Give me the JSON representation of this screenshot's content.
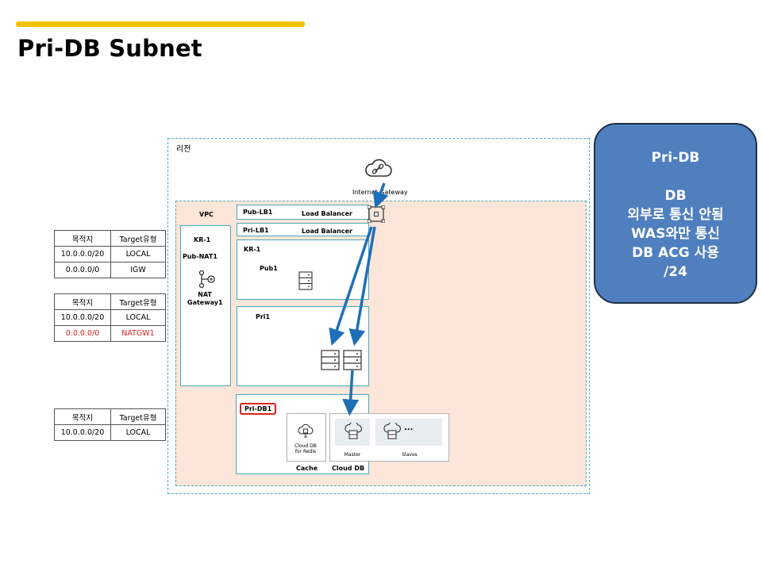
{
  "page": {
    "title": "Pri-DB Subnet"
  },
  "diagram": {
    "region_label": "리전",
    "igw_label": "Internet Gateway",
    "vpc_label": "VPC",
    "kr1_left": "KR-1",
    "pub_nat1": "Pub-NAT1",
    "nat_gateway": "NAT\nGateway1",
    "pub_lb1": "Pub-LB1",
    "pri_lb1": "Pri-LB1",
    "lb_label_1": "Load Balancer",
    "lb_label_2": "Load Balancer",
    "kr1_right": "KR-1",
    "pub1": "Pub1",
    "pri1": "Pri1",
    "pri_db1": "Pri-DB1",
    "cloud_db_redis": "Cloud DB\nfor Redis",
    "cache": "Cache",
    "cloud_db": "Cloud DB",
    "master": "Master",
    "slaves": "Slaves",
    "ellipsis": "...",
    "colors": {
      "accent_bar": "#f5c200",
      "arrow": "#1f6fb8",
      "vpc_fill": "#fbe6d9",
      "callout": "#4f7fbf",
      "highlight": "#e02020"
    }
  },
  "route_tables": [
    {
      "headers": [
        "목적지",
        "Target유형"
      ],
      "rows": [
        [
          "10.0.0.0/20",
          "LOCAL"
        ],
        [
          "0.0.0.0/0",
          "IGW"
        ]
      ]
    },
    {
      "headers": [
        "목적지",
        "Target유형"
      ],
      "rows": [
        [
          "10.0.0.0/20",
          "LOCAL"
        ],
        [
          "0.0.0.0/0",
          "NATGW1"
        ]
      ]
    },
    {
      "headers": [
        "목적지",
        "Target유형"
      ],
      "rows": [
        [
          "10.0.0.0/20",
          "LOCAL"
        ]
      ]
    }
  ],
  "callout": {
    "lines": [
      "Pri-DB",
      "",
      "DB",
      "외부로 통신 안됨",
      "WAS와만 통신",
      "DB ACG 사용",
      "/24"
    ]
  }
}
